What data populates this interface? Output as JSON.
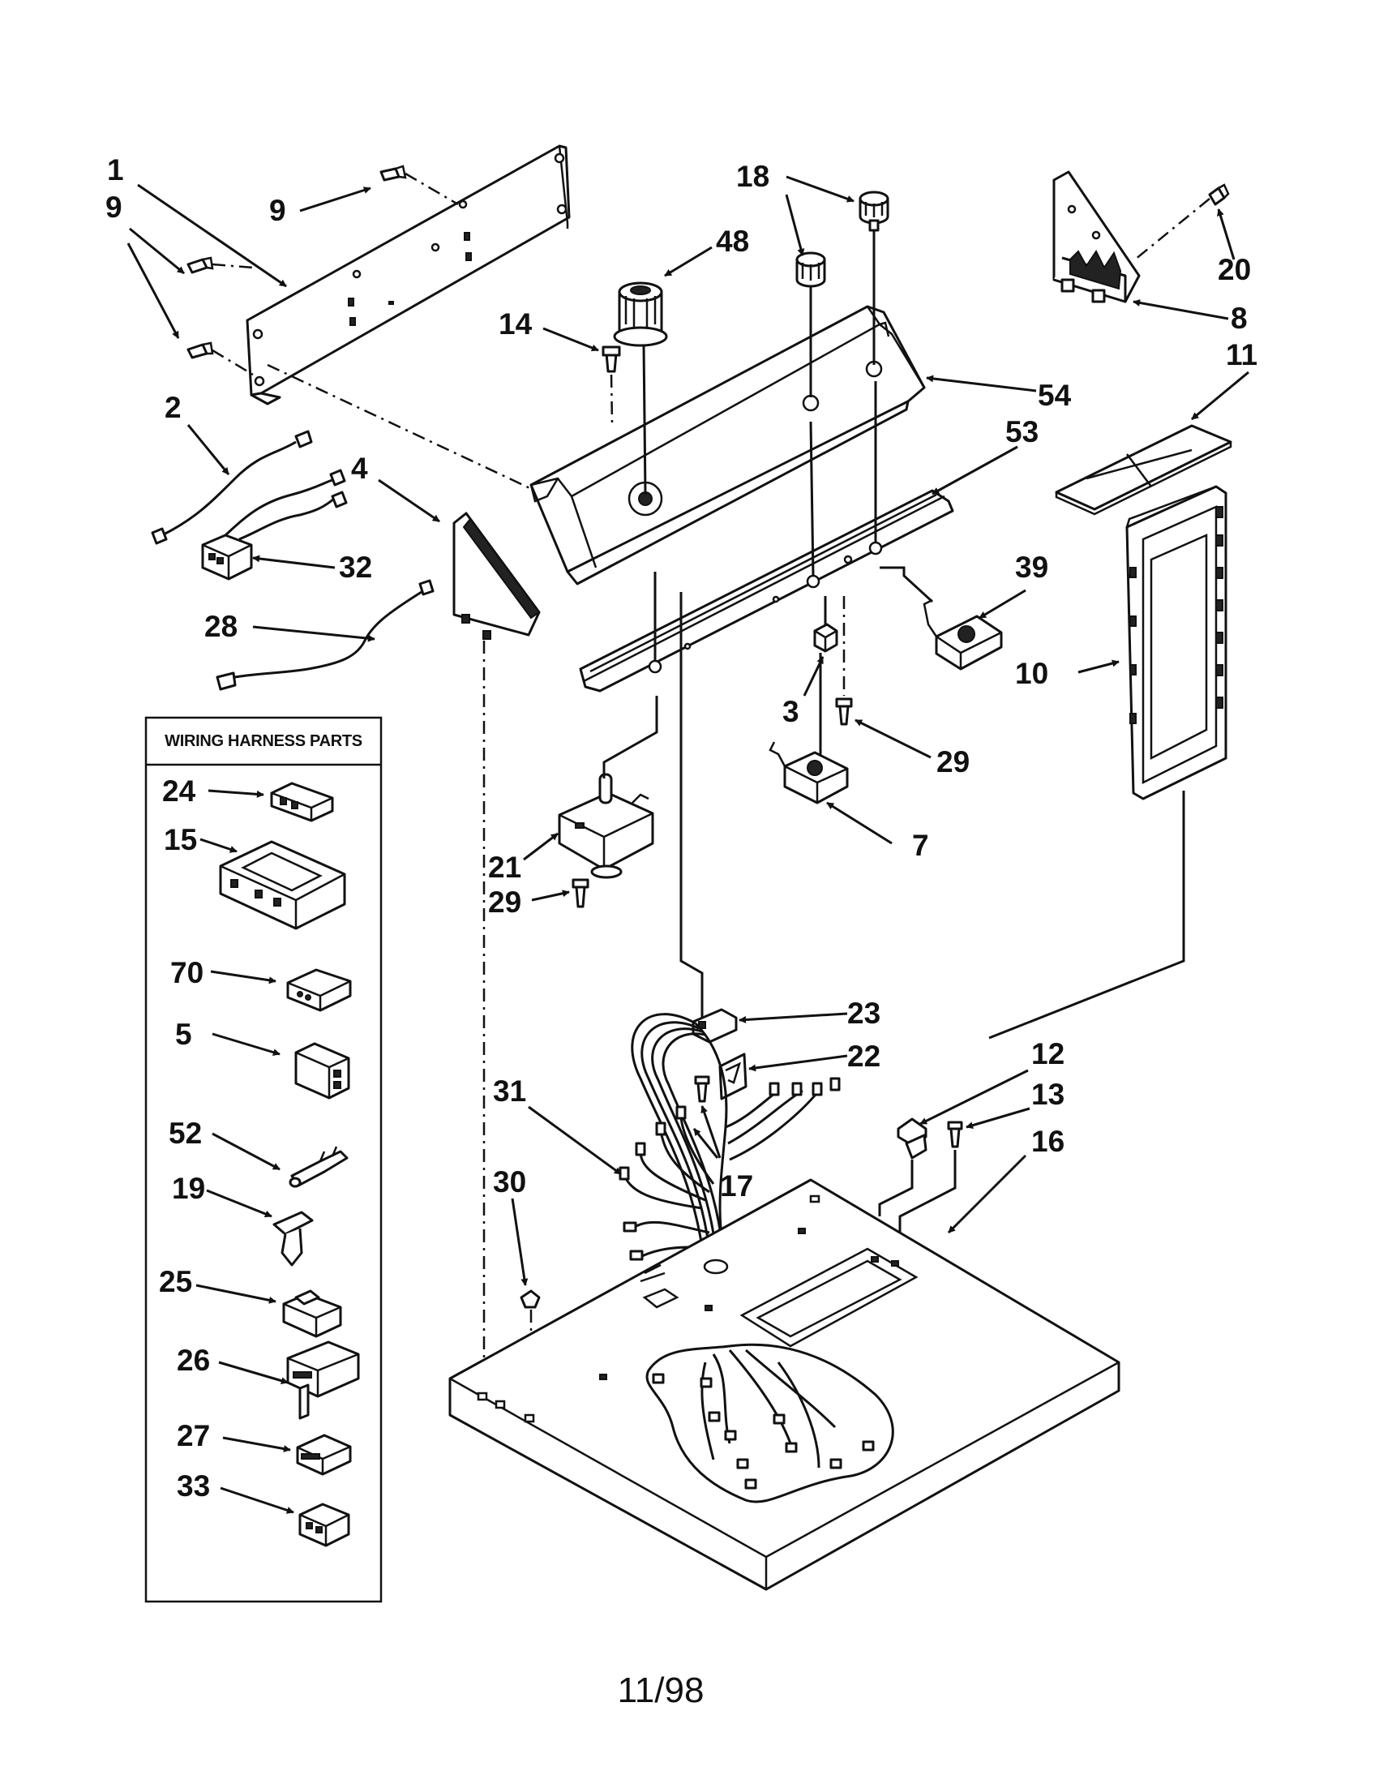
{
  "harness_box": {
    "title": "WIRING HARNESS PARTS"
  },
  "footer": {
    "date": "11/98"
  },
  "callouts": {
    "c1": "1",
    "c9a": "9",
    "c9b": "9",
    "c2": "2",
    "c32": "32",
    "c28": "28",
    "c4": "4",
    "c18": "18",
    "c48": "48",
    "c14": "14",
    "c20": "20",
    "c8": "8",
    "c54": "54",
    "c11": "11",
    "c53": "53",
    "c39": "39",
    "c10": "10",
    "c3": "3",
    "c29a": "29",
    "c7": "7",
    "c21": "21",
    "c29b": "29",
    "c23": "23",
    "c22": "22",
    "c12": "12",
    "c13": "13",
    "c16": "16",
    "c31": "31",
    "c30": "30",
    "c17": "17",
    "h24": "24",
    "h15": "15",
    "h70": "70",
    "h5": "5",
    "h52": "52",
    "h19": "19",
    "h25": "25",
    "h26": "26",
    "h27": "27",
    "h33": "33"
  }
}
